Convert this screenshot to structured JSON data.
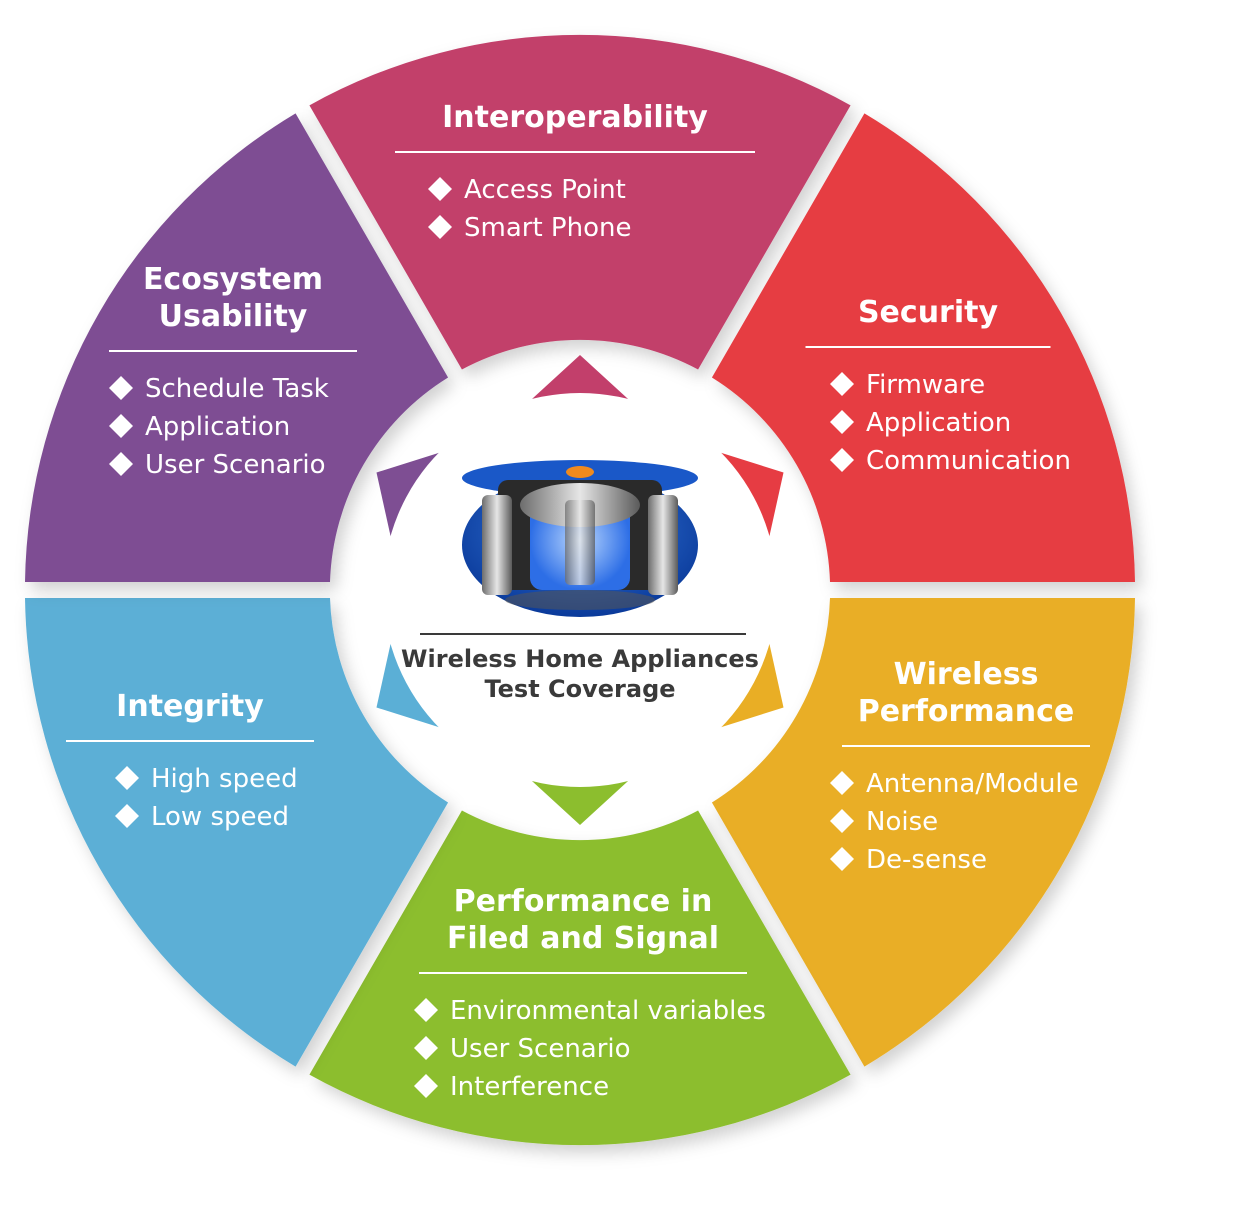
{
  "center": {
    "label_line1": "Wireless Home Appliances",
    "label_line2": "Test Coverage",
    "image": "robot-vacuum-illustration"
  },
  "segments": [
    {
      "id": "interoperability",
      "title_lines": [
        "Interoperability"
      ],
      "items": [
        "Access Point",
        "Smart Phone"
      ],
      "color": "#c23f6b"
    },
    {
      "id": "security",
      "title_lines": [
        "Security"
      ],
      "items": [
        "Firmware",
        "Application",
        "Communication"
      ],
      "color": "#e63c43"
    },
    {
      "id": "wireless-performance",
      "title_lines": [
        "Wireless",
        "Performance"
      ],
      "items": [
        "Antenna/Module",
        "Noise",
        "De-sense"
      ],
      "color": "#e9ae25"
    },
    {
      "id": "performance-in-field",
      "title_lines": [
        "Performance in",
        "Filed and Signal"
      ],
      "items": [
        "Environmental variables",
        "User Scenario",
        "Interference"
      ],
      "color": "#8cbe2e"
    },
    {
      "id": "integrity",
      "title_lines": [
        "Integrity"
      ],
      "items": [
        "High speed",
        "Low speed"
      ],
      "color": "#5bafd6"
    },
    {
      "id": "ecosystem-usability",
      "title_lines": [
        "Ecosystem",
        "Usability"
      ],
      "items": [
        "Schedule Task",
        "Application",
        "User Scenario"
      ],
      "color": "#7e4e93"
    }
  ]
}
